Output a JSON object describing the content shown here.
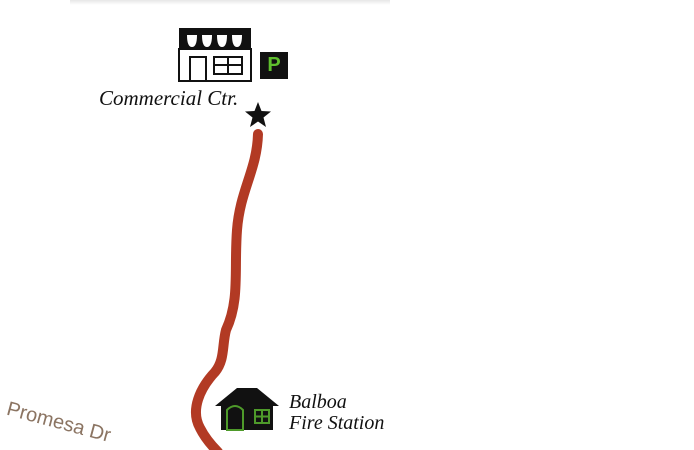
{
  "map": {
    "route_color": "#b23a24",
    "street_color": "#8b7462",
    "parking_color": "#5fbf2e",
    "house_outline_color": "#4e9a2a"
  },
  "labels": {
    "commercial_center": "Commercial Ctr.",
    "fire_station_line1": "Balboa",
    "fire_station_line2": "Fire Station",
    "street": "Promesa Dr",
    "parking": "P"
  },
  "icons": {
    "store": "store-icon",
    "parking": "parking-icon",
    "destination": "star-icon",
    "fire_station": "house-icon"
  }
}
